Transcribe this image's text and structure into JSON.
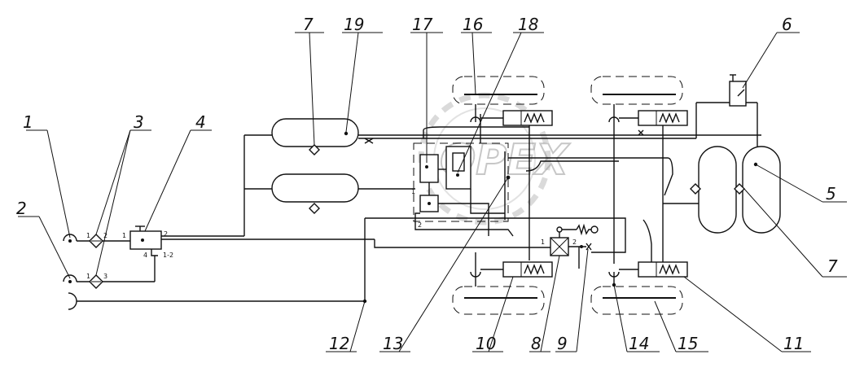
{
  "labels": {
    "l1": "1",
    "l2": "2",
    "l3": "3",
    "l4": "4",
    "l5": "5",
    "l6": "6",
    "l7a": "7",
    "l7b": "7",
    "l8": "8",
    "l9": "9",
    "l10": "10",
    "l11": "11",
    "l12": "12",
    "l13": "13",
    "l14": "14",
    "l15": "15",
    "l16": "16",
    "l17": "17",
    "l18": "18",
    "l19": "19"
  },
  "ports": {
    "p4_1": "1",
    "p4_2": "2",
    "p4_4": "4",
    "p4_12": "1-2",
    "p3a_1": "1",
    "p3a_2": "2",
    "p3b_1": "1",
    "p3b_3": "3",
    "p8_1": "1",
    "p8_2": "2",
    "p17_1": "1",
    "p17_2": "2"
  },
  "watermark": {
    "text": "OPEX"
  }
}
